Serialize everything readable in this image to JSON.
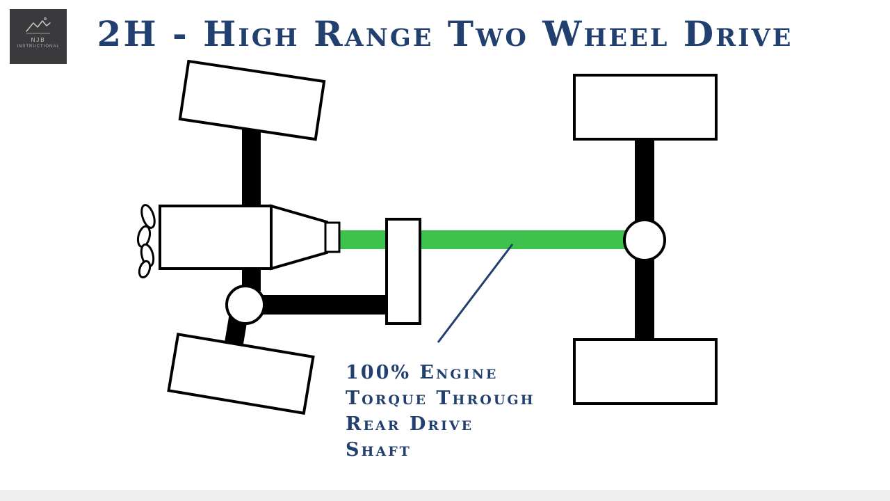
{
  "header": {
    "title": "2H - High Range Two Wheel Drive"
  },
  "logo": {
    "name": "NJB",
    "subtitle": "INSTRUCTIONAL"
  },
  "annotation": {
    "lines": [
      "100% Engine",
      "Torque Through",
      "Rear Drive",
      "Shaft"
    ]
  },
  "colors": {
    "title_navy": "#22406f",
    "driveshaft_green": "#3fc14d",
    "diagram_black": "#000000",
    "logo_background": "#3a3a3c"
  }
}
